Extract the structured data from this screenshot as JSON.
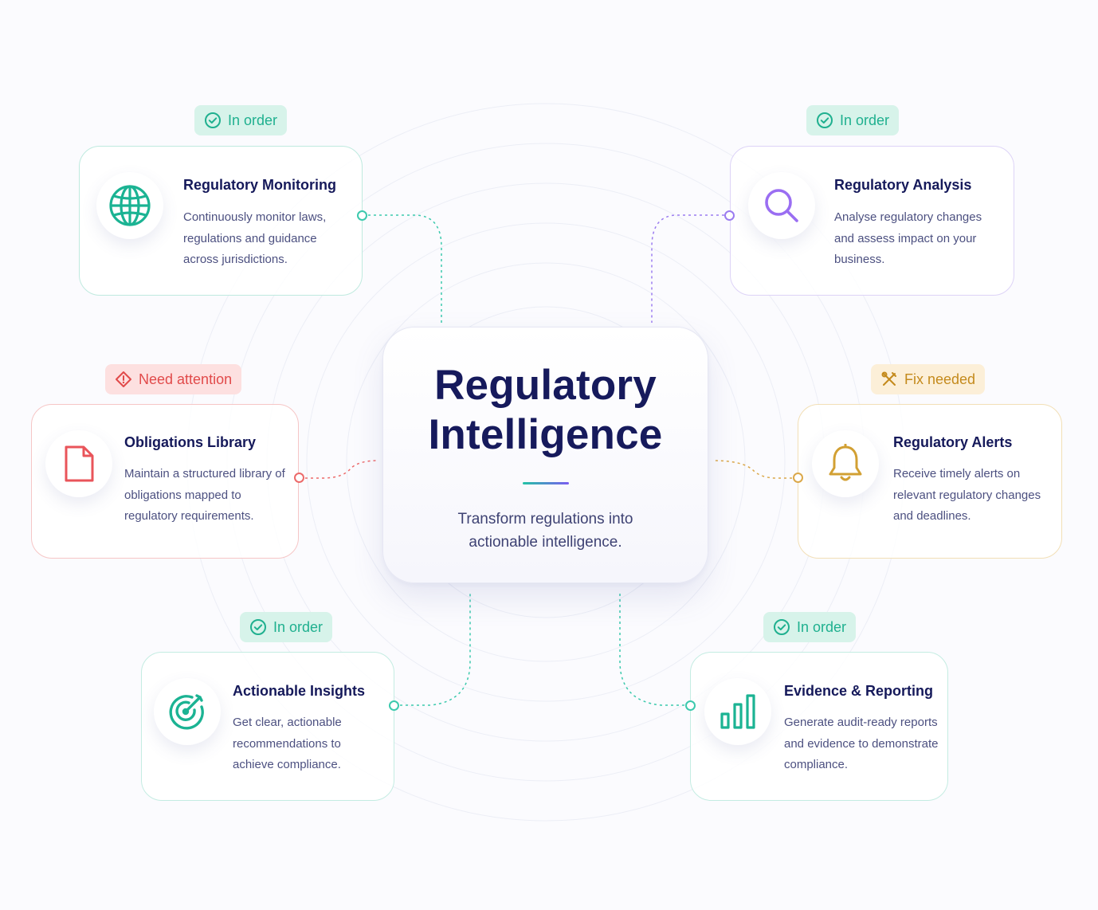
{
  "center": {
    "title_line1": "Regulatory",
    "title_line2": "Intelligence",
    "subtitle": "Transform regulations into actionable intelligence."
  },
  "colors": {
    "teal": "#22c3a6",
    "purple": "#8f6ff0",
    "red": "#e9545a",
    "gold": "#d7a23a",
    "navy": "#15195a"
  },
  "cards": {
    "monitoring": {
      "status": "In order",
      "title": "Regulatory Monitoring",
      "description": "Continuously monitor laws, regulations and guidance across jurisdictions.",
      "icon": "globe-icon"
    },
    "analysis": {
      "status": "In order",
      "title": "Regulatory Analysis",
      "description": "Analyse regulatory changes and assess impact on your business.",
      "icon": "search-icon"
    },
    "obligations": {
      "status": "Need attention",
      "title": "Obligations Library",
      "description": "Maintain a structured library of obligations mapped to regulatory requirements.",
      "icon": "document-icon"
    },
    "alerts": {
      "status": "Fix needed",
      "title": "Regulatory Alerts",
      "description": "Receive timely alerts on relevant regulatory changes and deadlines.",
      "icon": "bell-icon"
    },
    "insights": {
      "status": "In order",
      "title": "Actionable Insights",
      "description": "Get clear, actionable recommendations to achieve compliance.",
      "icon": "target-icon"
    },
    "evidence": {
      "status": "In order",
      "title": "Evidence & Reporting",
      "description": "Generate audit-ready reports and evidence to demonstrate compliance.",
      "icon": "bar-chart-icon"
    }
  }
}
